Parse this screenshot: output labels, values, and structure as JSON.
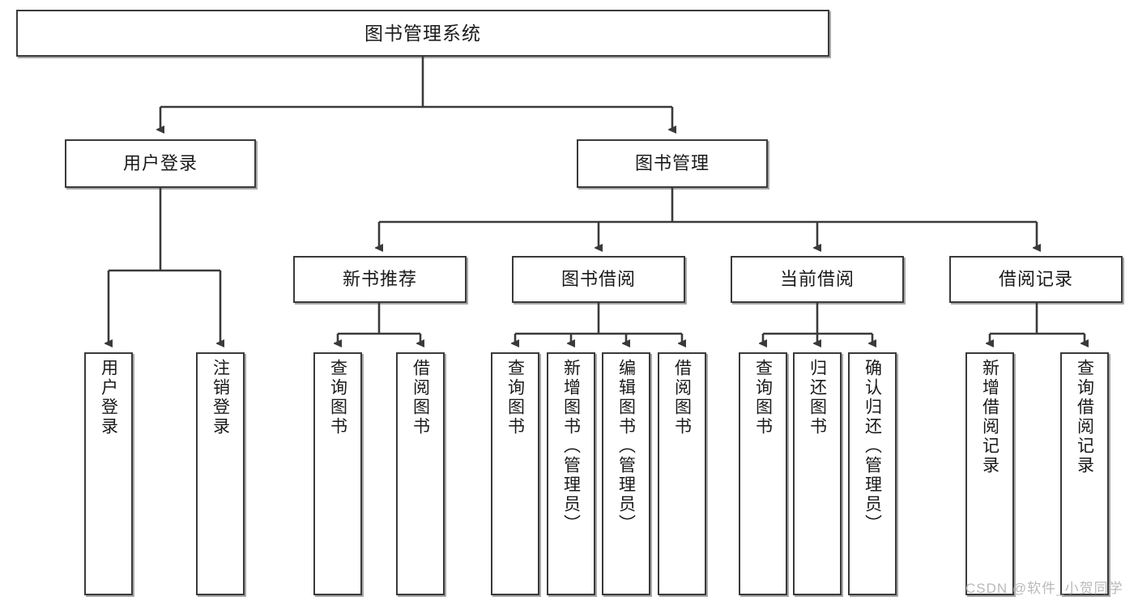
{
  "diagram": {
    "title": "图书管理系统",
    "type": "tree-hierarchy-chart",
    "colors": {
      "box_border": "#3a3a3a",
      "box_fill": "#ffffff",
      "connector": "#3a3a3a",
      "text": "#1a1a1a",
      "watermark": "#b9b9b9"
    },
    "root": {
      "label": "图书管理系统"
    },
    "level2": [
      {
        "label": "用户登录"
      },
      {
        "label": "图书管理"
      }
    ],
    "level3": [
      {
        "label": "新书推荐"
      },
      {
        "label": "图书借阅"
      },
      {
        "label": "当前借阅"
      },
      {
        "label": "借阅记录"
      }
    ],
    "leaves": {
      "user_login": [
        {
          "label": "用户登录"
        },
        {
          "label": "注销登录"
        }
      ],
      "new_book_recommend": [
        {
          "label": "查询图书"
        },
        {
          "label": "借阅图书"
        }
      ],
      "book_borrow": [
        {
          "label": "查询图书"
        },
        {
          "label": "新增图书（管理员）"
        },
        {
          "label": "编辑图书（管理员）"
        },
        {
          "label": "借阅图书"
        }
      ],
      "current_borrow": [
        {
          "label": "查询图书"
        },
        {
          "label": "归还图书"
        },
        {
          "label": "确认归还（管理员）"
        }
      ],
      "borrow_record": [
        {
          "label": "新增借阅记录"
        },
        {
          "label": "查询借阅记录"
        }
      ]
    }
  },
  "watermark": {
    "text": "CSDN @软件_小贺同学"
  }
}
